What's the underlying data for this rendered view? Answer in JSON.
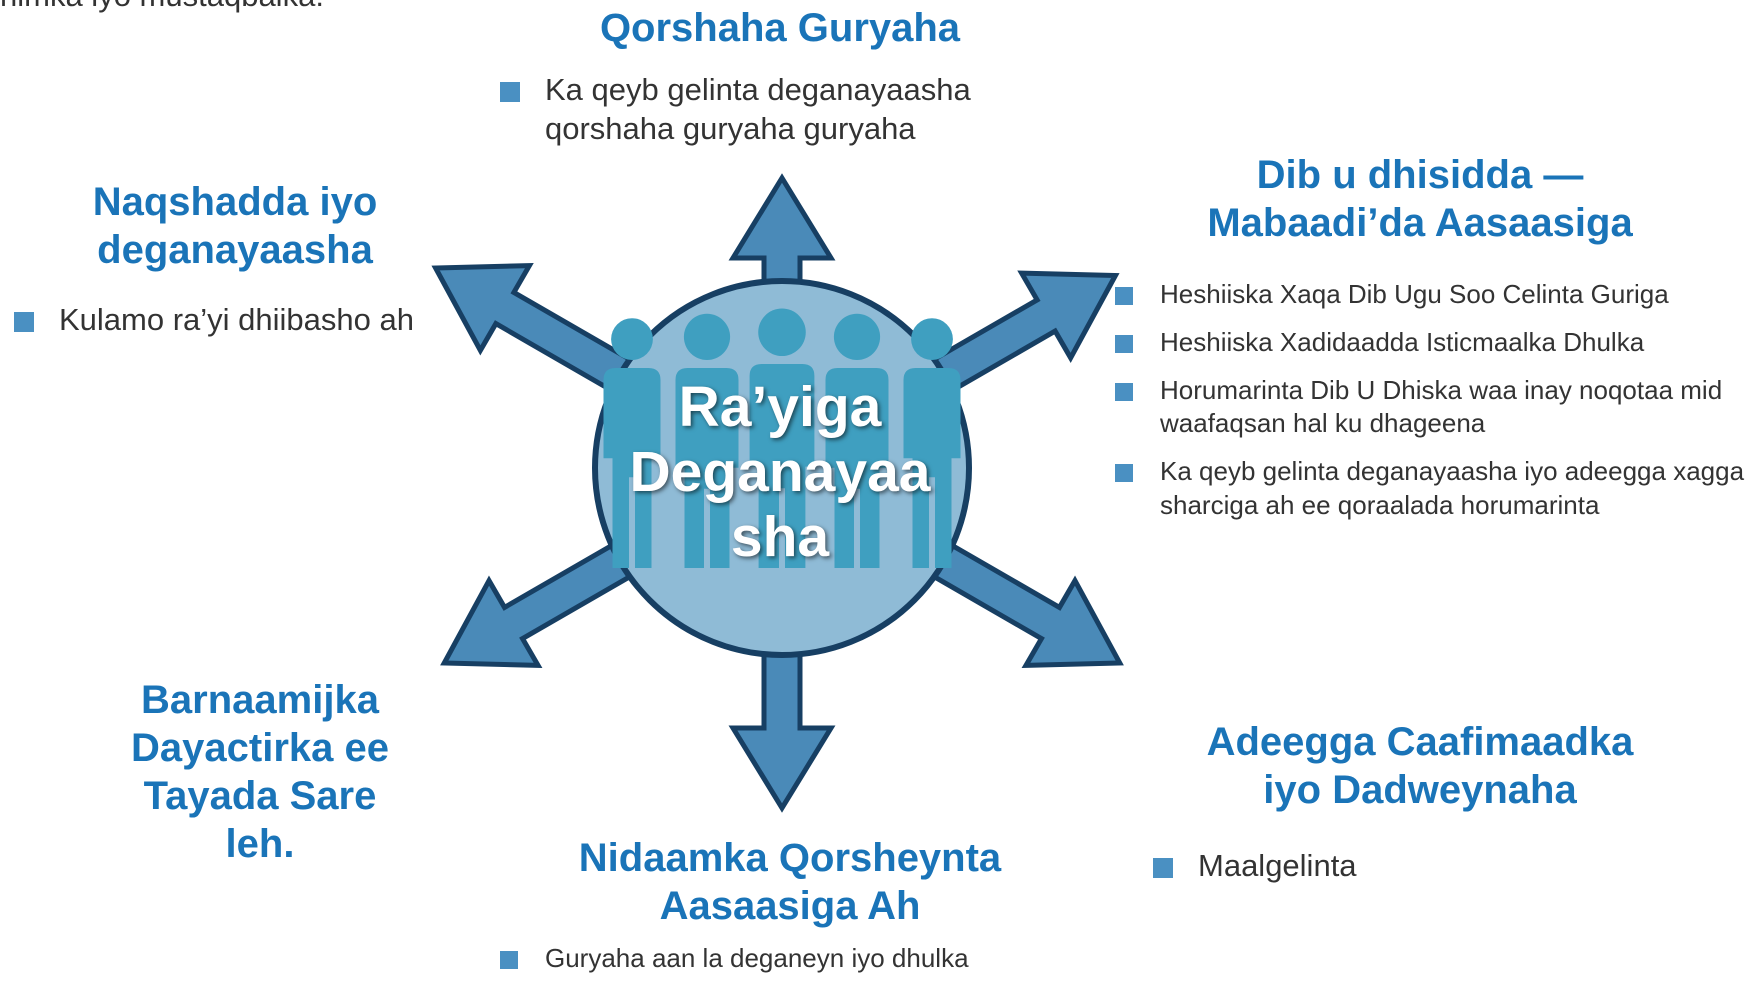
{
  "top_clipped_text": "nimka iyo mustaqbalka.",
  "center": {
    "label": "Ra’yiga Deganayaasha",
    "line1": "Ra’yiga",
    "line2": "Deganayaa",
    "line3": "sha"
  },
  "top": {
    "title": "Qorshaha Guryaha",
    "bullets": [
      "Ka qeyb gelinta deganayaasha qorshaha guryaha guryaha"
    ]
  },
  "upper_left": {
    "title_line1": "Naqshadda iyo",
    "title_line2": "deganayaasha",
    "bullets": [
      "Kulamo ra’yi dhiibasho ah"
    ]
  },
  "upper_right": {
    "title_line1": "Dib u dhisidda —",
    "title_line2": "Mabaadi’da Aasaasiga",
    "bullets": [
      "Heshiiska Xaqa Dib Ugu Soo Celinta Guriga",
      "Heshiiska Xadidaadda Isticmaalka Dhulka",
      "Horumarinta Dib U Dhiska waa inay noqotaa mid waafaqsan hal ku dhageena",
      "Ka qeyb gelinta deganayaasha iyo adeegga xagga sharciga ah ee qoraalada horumarinta"
    ]
  },
  "lower_left": {
    "title_line1": "Barnaamijka",
    "title_line2": "Dayactirka ee",
    "title_line3": "Tayada Sare",
    "title_line4": "leh."
  },
  "bottom": {
    "title_line1": "Nidaamka Qorsheynta",
    "title_line2": "Aasaasiga Ah",
    "bullets": [
      "Guryaha aan la deganeyn iyo dhulka"
    ]
  },
  "lower_right": {
    "title_line1": "Adeegga Caafimaadka",
    "title_line2": "iyo Dadweynaha",
    "bullets": [
      "Maalgelinta"
    ]
  },
  "colors": {
    "title_blue": "#1a74b8",
    "arrow_fill": "#4a8ab8",
    "arrow_stroke": "#173f63",
    "circle_fill": "#8fbbd6",
    "circle_stroke": "#173f63",
    "people": "#3f9fc0",
    "bullet": "#4a90c2"
  },
  "icons": [
    "people-group-icon",
    "arrow-up-icon",
    "arrow-down-icon",
    "arrow-up-left-icon",
    "arrow-up-right-icon",
    "arrow-down-left-icon",
    "arrow-down-right-icon",
    "square-bullet-icon"
  ]
}
